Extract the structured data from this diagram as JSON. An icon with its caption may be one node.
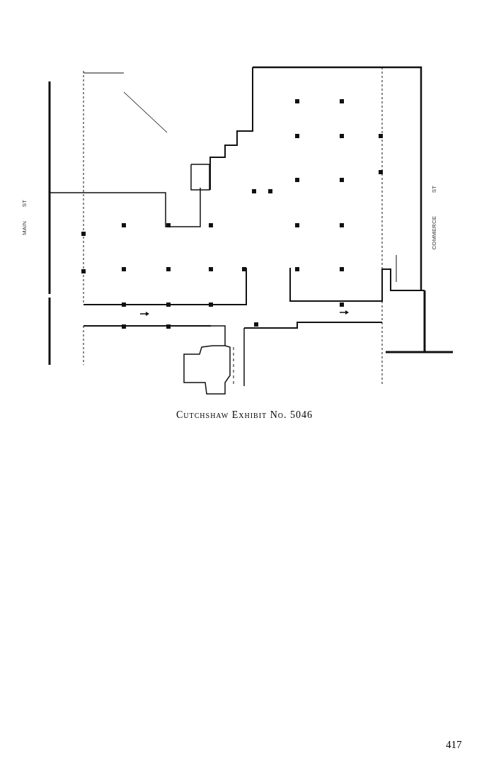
{
  "diagram": {
    "caption": "Cutchshaw Exhibit No. 5046",
    "labels": [
      "MAIN",
      "ST",
      "ST",
      "COMMERCE",
      "417"
    ]
  }
}
